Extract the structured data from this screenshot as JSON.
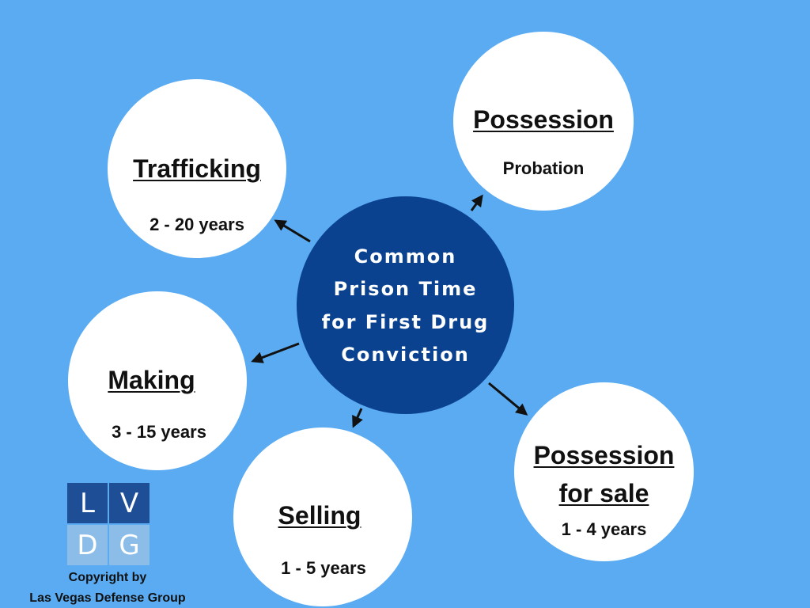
{
  "colors": {
    "background": "#5aabf2",
    "center_circle": "#0b4290",
    "circle": "#ffffff",
    "arrow": "#111111",
    "logo_dark": "#1d4e96",
    "logo_light": "#8cbde8"
  },
  "center": {
    "lines": [
      "Common",
      "Prison Time",
      "for First Drug",
      "Conviction"
    ]
  },
  "nodes": {
    "trafficking": {
      "title": "Trafficking",
      "value": "2 - 20 years"
    },
    "possession": {
      "title": "Possession",
      "value": "Probation"
    },
    "making": {
      "title": "Making",
      "value": "3 - 15 years"
    },
    "selling": {
      "title": "Selling",
      "value": "1 - 5 years"
    },
    "possession_for_sale": {
      "title_line1": "Possession",
      "title_line2": "for sale",
      "value": "1 - 4 years"
    }
  },
  "logo": {
    "letters": [
      "L",
      "V",
      "D",
      "G"
    ],
    "copyright_line1": "Copyright by",
    "copyright_line2": "Las Vegas Defense Group"
  }
}
